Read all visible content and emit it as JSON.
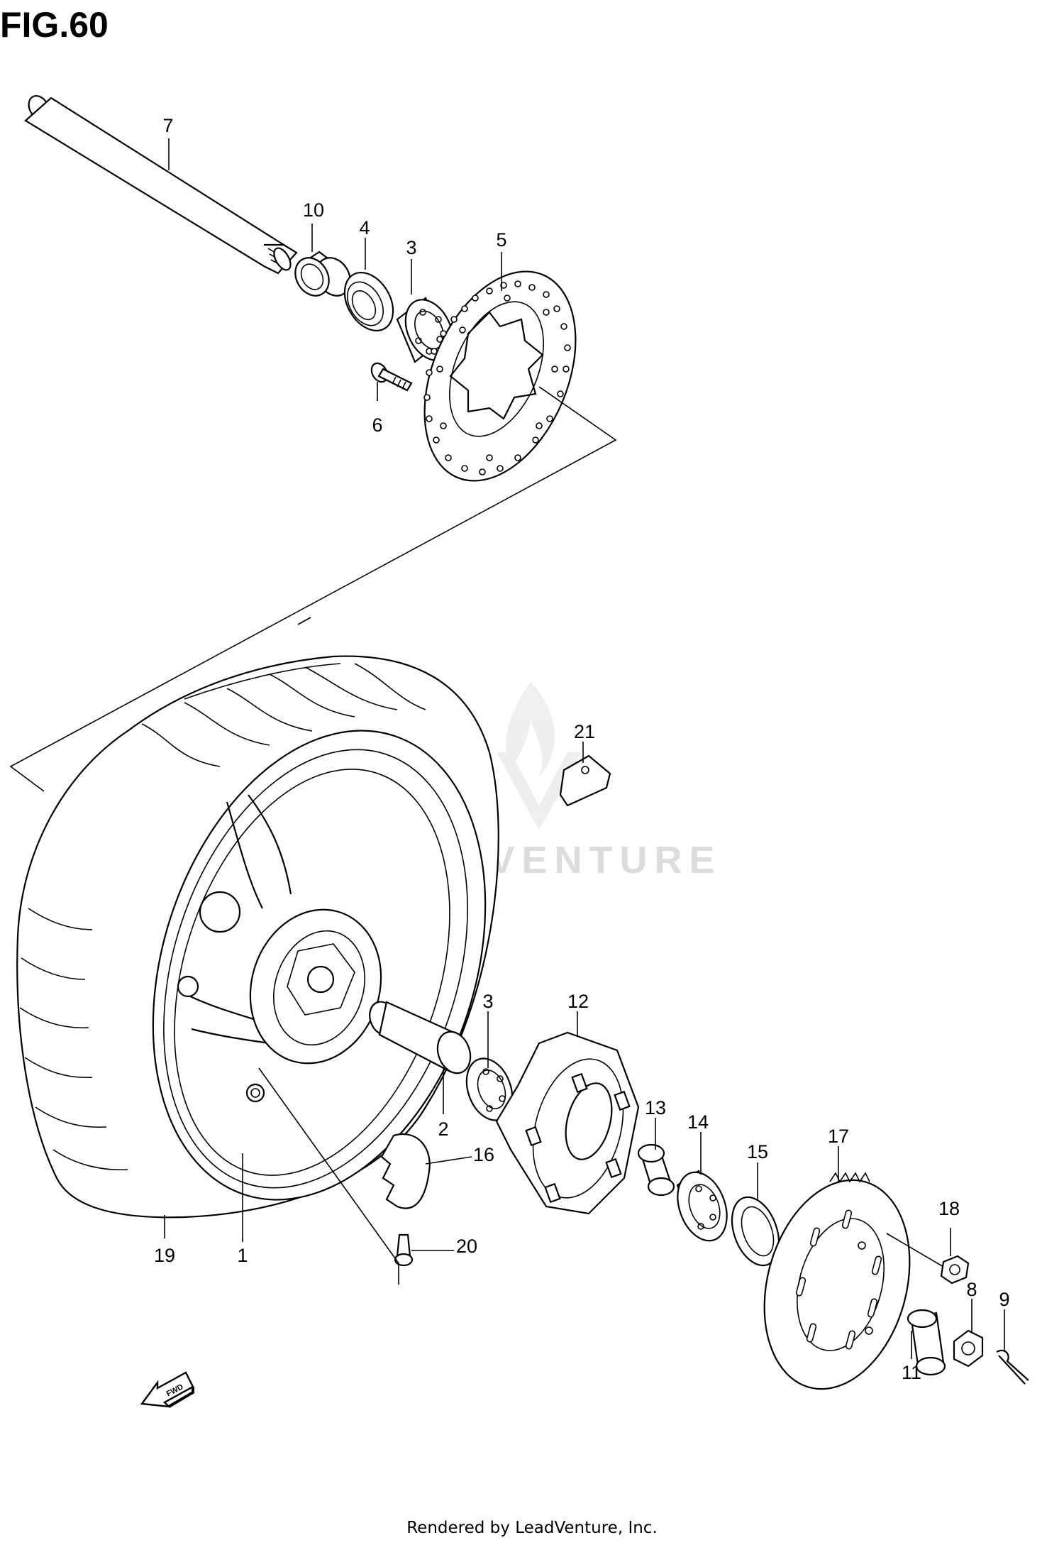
{
  "figure": {
    "title": "FIG.60"
  },
  "callouts": [
    {
      "id": "7",
      "label": "7"
    },
    {
      "id": "10",
      "label": "10"
    },
    {
      "id": "4",
      "label": "4"
    },
    {
      "id": "3a",
      "label": "3"
    },
    {
      "id": "5",
      "label": "5"
    },
    {
      "id": "6",
      "label": "6"
    },
    {
      "id": "21",
      "label": "21"
    },
    {
      "id": "3b",
      "label": "3"
    },
    {
      "id": "12",
      "label": "12"
    },
    {
      "id": "2",
      "label": "2"
    },
    {
      "id": "13",
      "label": "13"
    },
    {
      "id": "14",
      "label": "14"
    },
    {
      "id": "16",
      "label": "16"
    },
    {
      "id": "15",
      "label": "15"
    },
    {
      "id": "17",
      "label": "17"
    },
    {
      "id": "18",
      "label": "18"
    },
    {
      "id": "20",
      "label": "20"
    },
    {
      "id": "19",
      "label": "19"
    },
    {
      "id": "1",
      "label": "1"
    },
    {
      "id": "8",
      "label": "8"
    },
    {
      "id": "9",
      "label": "9"
    },
    {
      "id": "11",
      "label": "11"
    }
  ],
  "direction_badge": {
    "label": "FWD",
    "icon": "fwd-arrow-icon"
  },
  "watermark": {
    "text": "LEADVENTURE",
    "icon": "leadventure-flame-logo"
  },
  "footer": {
    "text": "Rendered by LeadVenture, Inc."
  }
}
